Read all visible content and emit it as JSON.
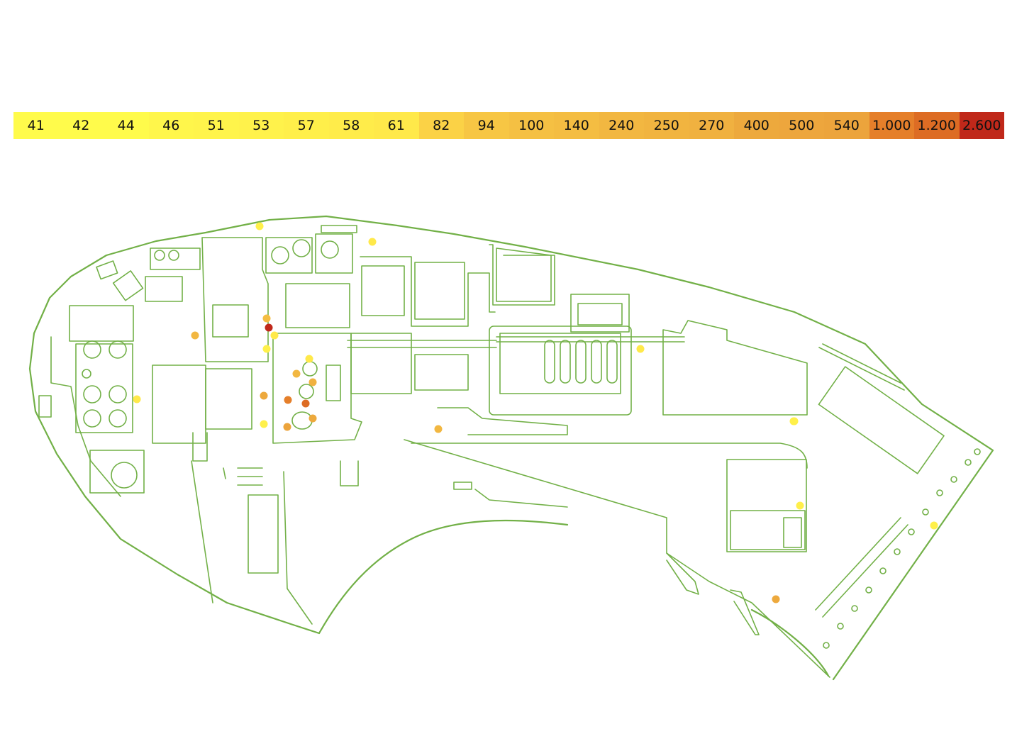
{
  "legend": {
    "scale": [
      {
        "label": "41",
        "color": "#fffb4b"
      },
      {
        "label": "42",
        "color": "#fffb4b"
      },
      {
        "label": "44",
        "color": "#fffb4b"
      },
      {
        "label": "46",
        "color": "#fff64b"
      },
      {
        "label": "51",
        "color": "#fff44b"
      },
      {
        "label": "53",
        "color": "#fff24b"
      },
      {
        "label": "57",
        "color": "#ffef4a"
      },
      {
        "label": "58",
        "color": "#ffec4a"
      },
      {
        "label": "61",
        "color": "#ffe94a"
      },
      {
        "label": "82",
        "color": "#fbd246"
      },
      {
        "label": "94",
        "color": "#f7c644"
      },
      {
        "label": "100",
        "color": "#f5c043"
      },
      {
        "label": "140",
        "color": "#f4bd42"
      },
      {
        "label": "240",
        "color": "#f2b741"
      },
      {
        "label": "250",
        "color": "#f1b440"
      },
      {
        "label": "270",
        "color": "#f0b140"
      },
      {
        "label": "400",
        "color": "#eda93d"
      },
      {
        "label": "500",
        "color": "#eda63d"
      },
      {
        "label": "540",
        "color": "#eca43c"
      },
      {
        "label": "1.000",
        "color": "#e57f2a"
      },
      {
        "label": "1.200",
        "color": "#dd6c24"
      },
      {
        "label": "2.600",
        "color": "#c0281a"
      }
    ]
  },
  "map": {
    "outline_color": "#72b047",
    "measurement_points": [
      {
        "level": "53",
        "color": "#fff04a"
      },
      {
        "level": "61",
        "color": "#ffe94a"
      },
      {
        "level": "240",
        "color": "#f2b741"
      },
      {
        "level": "140",
        "color": "#f4bd42"
      },
      {
        "level": "2.600",
        "color": "#c0281a"
      },
      {
        "level": "61",
        "color": "#ffe94a"
      },
      {
        "level": "53",
        "color": "#fff04a"
      },
      {
        "level": "61",
        "color": "#ffe94a"
      },
      {
        "level": "240",
        "color": "#f2b741"
      },
      {
        "level": "270",
        "color": "#f0b140"
      },
      {
        "level": "400",
        "color": "#eda93d"
      },
      {
        "level": "1.000",
        "color": "#e57f2a"
      },
      {
        "level": "1.200",
        "color": "#dd6c24"
      },
      {
        "level": "400",
        "color": "#eda93d"
      },
      {
        "level": "540",
        "color": "#eca43c"
      },
      {
        "level": "53",
        "color": "#fff04a"
      },
      {
        "level": "240",
        "color": "#f2b741"
      },
      {
        "level": "61",
        "color": "#ffe94a"
      },
      {
        "level": "61",
        "color": "#ffe94a"
      },
      {
        "level": "53",
        "color": "#fff04a"
      },
      {
        "level": "57",
        "color": "#ffef4a"
      },
      {
        "level": "53",
        "color": "#fff04a"
      },
      {
        "level": "53",
        "color": "#fff04a"
      },
      {
        "level": "400",
        "color": "#eda93d"
      }
    ]
  }
}
